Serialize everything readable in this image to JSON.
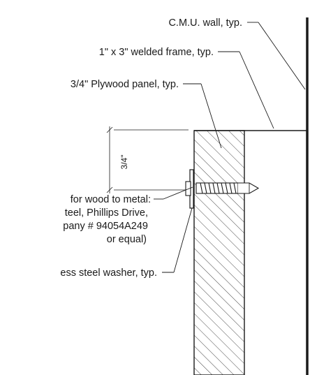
{
  "callouts": {
    "cmu_wall": "C.M.U. wall, typ.",
    "welded_frame": "1\" x 3\" welded frame, typ.",
    "plywood_panel": "3/4\" Plywood panel, typ.",
    "screw_line1": "for wood to metal:",
    "screw_line2": "teel, Phillips Drive,",
    "screw_line3": "pany # 94054A249",
    "screw_line4": "or equal)",
    "washer": "ess steel washer, typ."
  },
  "dimension": {
    "label": "3/4\""
  }
}
